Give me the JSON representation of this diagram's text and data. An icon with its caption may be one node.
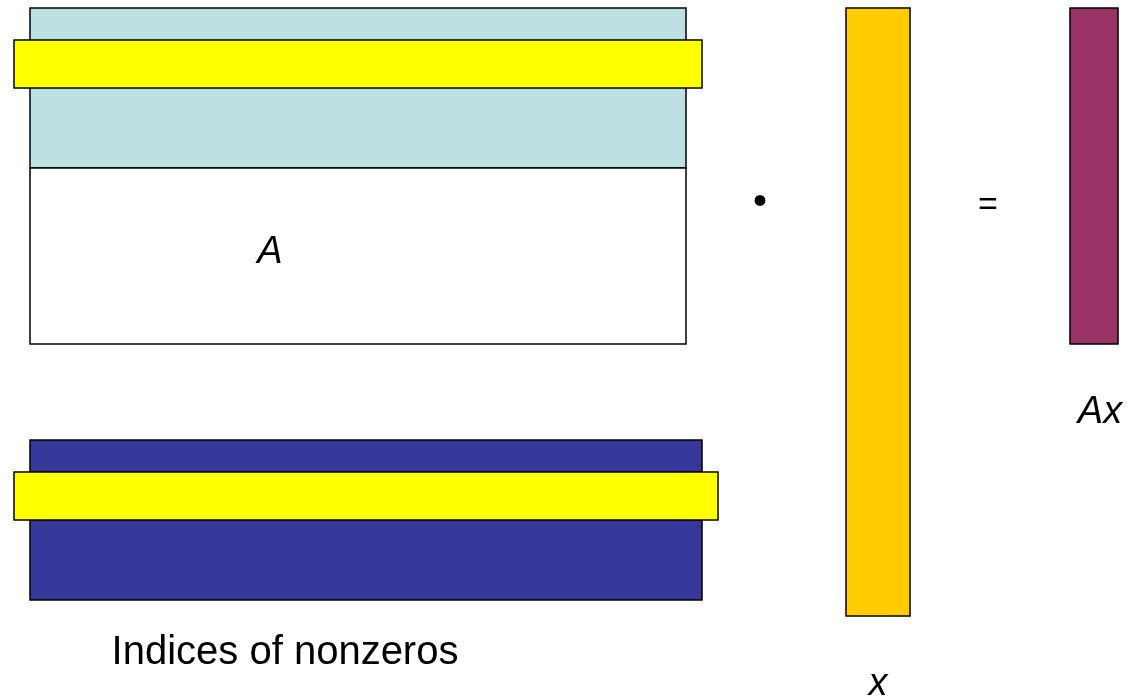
{
  "diagram": {
    "labels": [
      "A",
      "•",
      "=",
      "Ax",
      "Indices of nonzeros",
      "x"
    ]
  }
}
